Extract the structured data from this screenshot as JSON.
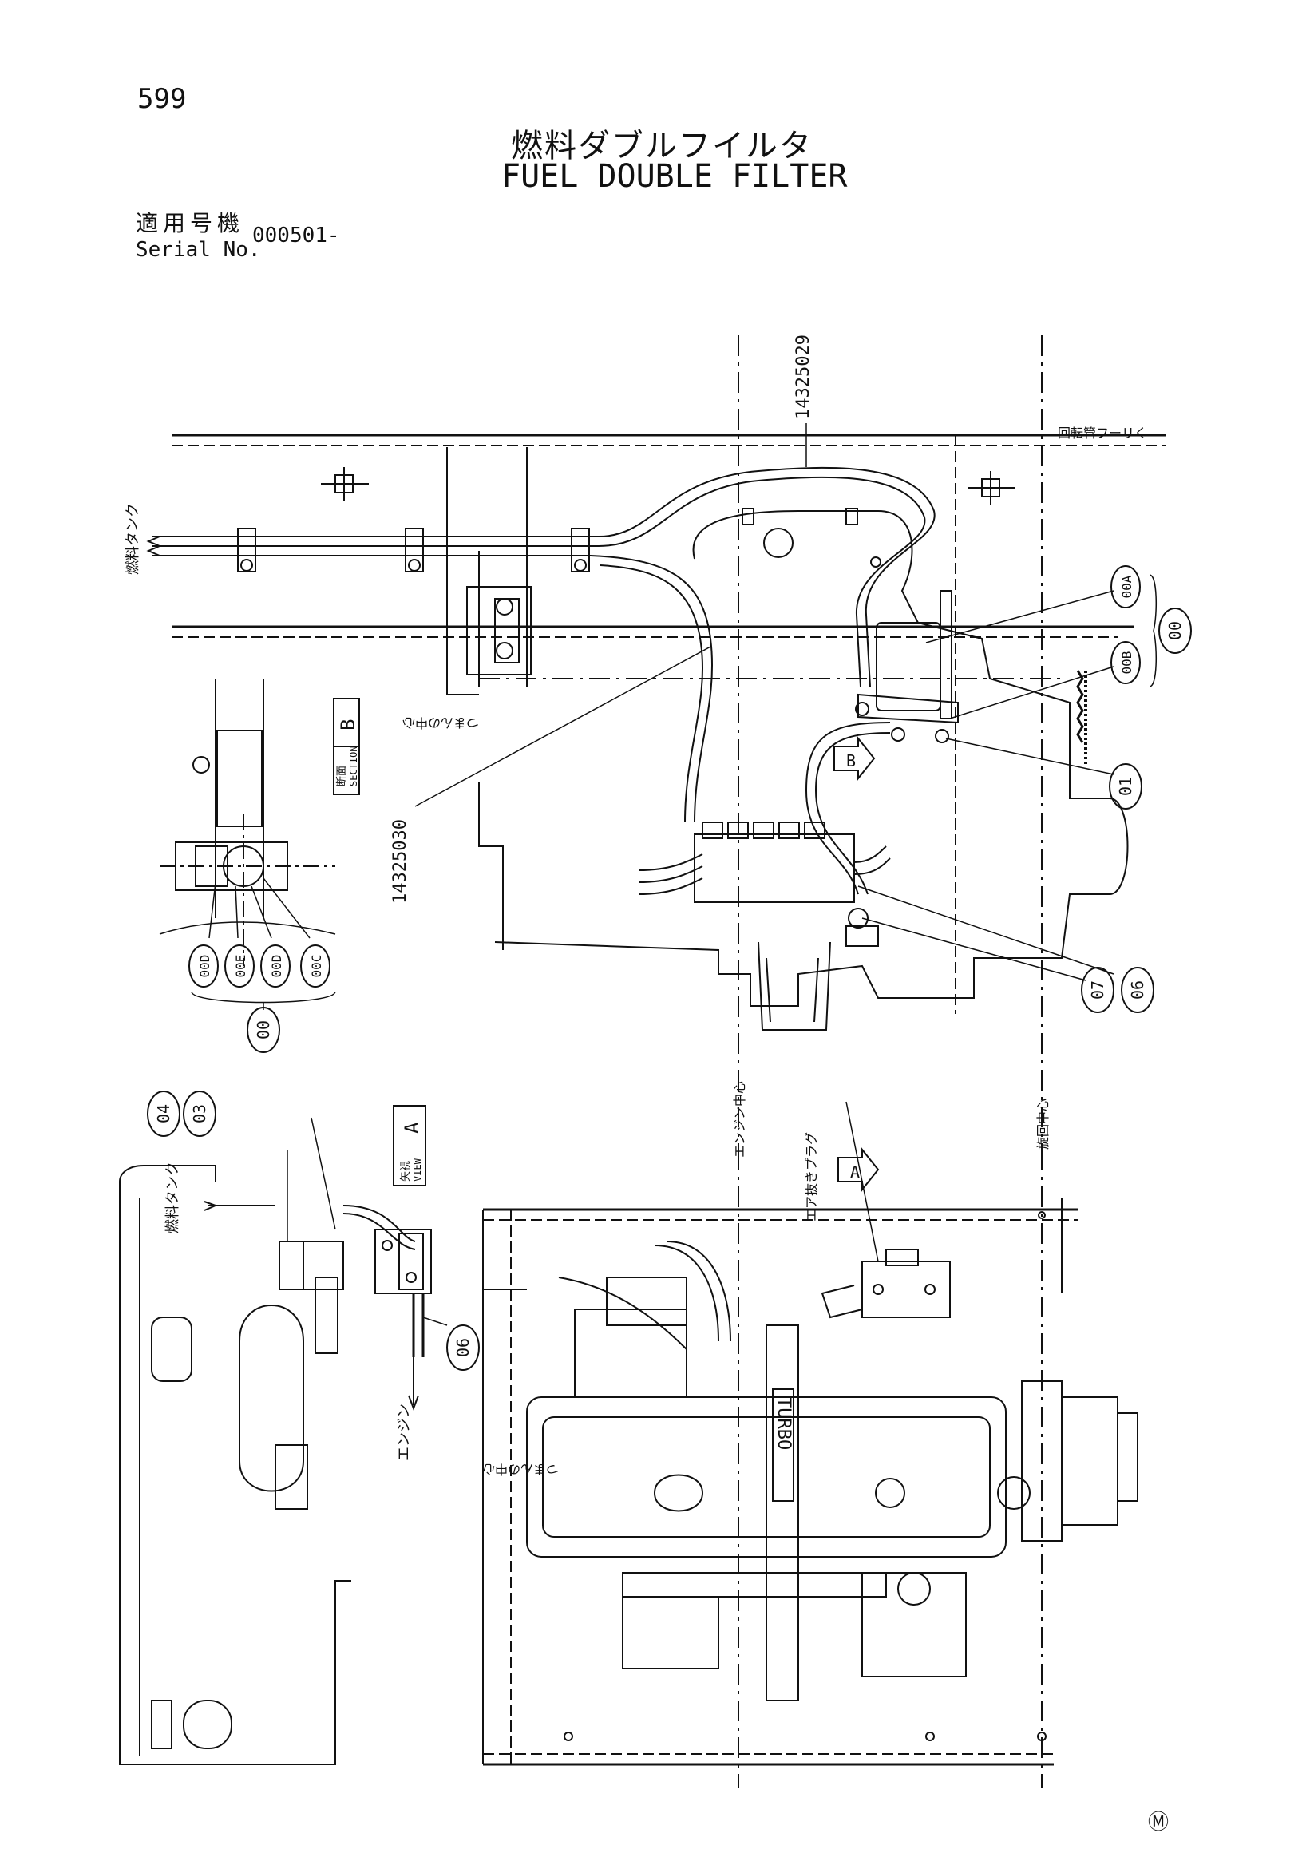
{
  "page": {
    "number": "599",
    "title_jp": "燃料ダブルフイルタ",
    "title_en": "FUEL DOUBLE FILTER",
    "serial_label_jp": "適用号機",
    "serial_label_en": "Serial No.",
    "serial_value": "000501-",
    "trademark": "Ⓜ"
  },
  "labels": {
    "part_14325029": "14325029",
    "part_14325030": "14325030",
    "callout_00": "00",
    "callout_00A": "00A",
    "callout_00B": "00B",
    "callout_00C": "00C",
    "callout_00D": "00D",
    "callout_00E": "00E",
    "callout_01": "01",
    "callout_03": "03",
    "callout_04": "04",
    "callout_06": "06",
    "callout_07": "07",
    "view_marker_a": "A",
    "view_marker_b": "B",
    "section_b_jp": "断面",
    "section_b_en": "SECTION",
    "section_b_letter": "B",
    "view_a_jp": "矢視",
    "view_a_en": "VIEW",
    "view_a_letter": "A",
    "fuel_tank_1": "燃料タンク",
    "fuel_tank_2": "燃料タンク",
    "engine": "エンジン",
    "engine_center": "エンジン中心",
    "swing_center": "旋回中心",
    "air_vent_plug": "エア抜きプラグ",
    "frame_label": "回転管フーリく",
    "side_label_1": "つまんの中心",
    "side_label_2": "つまんの中心"
  }
}
